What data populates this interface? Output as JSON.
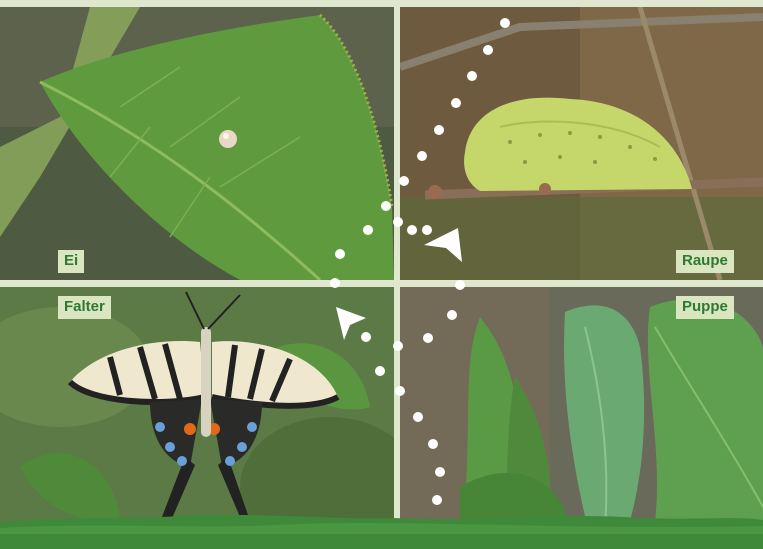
{
  "stages": [
    {
      "id": "ei",
      "label": "Ei"
    },
    {
      "id": "raupe",
      "label": "Raupe"
    },
    {
      "id": "puppe",
      "label": "Puppe"
    },
    {
      "id": "falter",
      "label": "Falter"
    }
  ],
  "colors": {
    "label_background": "#d9e6bf",
    "label_text": "#2f7a33",
    "border": "#dfe8cf",
    "ground": "#3f8a3a",
    "dots": "#ffffff"
  }
}
